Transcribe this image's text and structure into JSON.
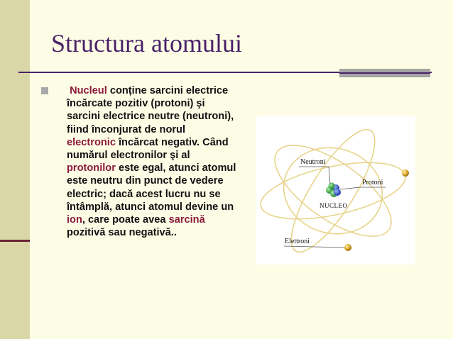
{
  "slide": {
    "title": "Structura atomului",
    "paragraph": [
      {
        "text": "Nucleul",
        "highlight": true
      },
      {
        "text": " conține sarcini electrice încărcate pozitiv (protoni) şi sarcini electrice neutre (neutroni), fiind înconjurat de norul ",
        "highlight": false
      },
      {
        "text": "electronic",
        "highlight": true
      },
      {
        "text": " încărcat negativ. Când numărul electronilor şi al ",
        "highlight": false
      },
      {
        "text": "protonilor",
        "highlight": true
      },
      {
        "text": " este egal, atunci atomul este neutru din punct de vedere electric; dacă acest lucru nu se întâmplă, atunci atomul devine un ",
        "highlight": false
      },
      {
        "text": "ion",
        "highlight": true
      },
      {
        "text": ", care poate avea ",
        "highlight": false
      },
      {
        "text": "sarcină",
        "highlight": true
      },
      {
        "text": " pozitivă sau negativă..",
        "highlight": false
      }
    ]
  },
  "diagram": {
    "labels": {
      "neutroni": "Neutroni",
      "protoni": "Protoni",
      "nucleo": "NUCLEO",
      "elettroni": "Elettroni"
    }
  },
  "colors": {
    "title": "#4a2268",
    "highlight": "#8b1a3b",
    "background": "#fdfde6",
    "side_band": "#d9d7a8"
  }
}
